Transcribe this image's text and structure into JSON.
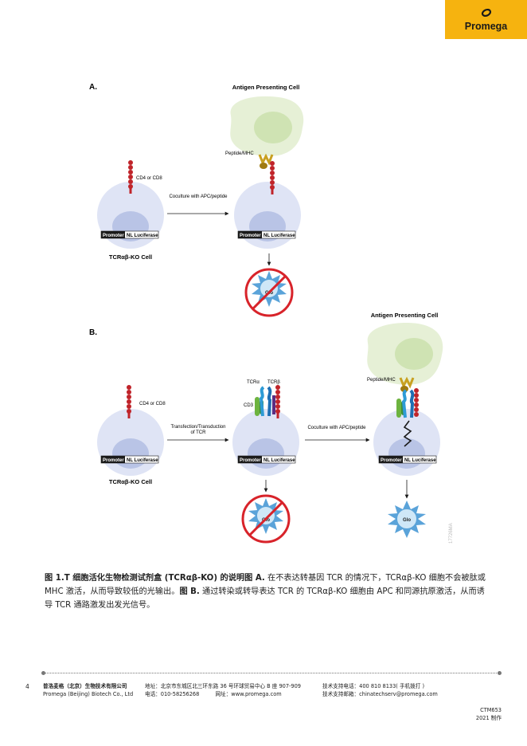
{
  "header": {
    "logo_text": "Promega",
    "logo_color": "#f6b30f"
  },
  "figure": {
    "panel_a": {
      "label": "A.",
      "apc_title": "Antigen Presenting Cell",
      "coreceptor_label": "CD4 or CD8",
      "arrow_label": "Coculture with APC/peptide",
      "peptide_label": "Peptide/MHC",
      "promoter_label": "Promoter",
      "reporter_label": "NL Luciferase",
      "cell_label": "TCRαβ-KO Cell",
      "glo_label": "Glo"
    },
    "panel_b": {
      "label": "B.",
      "apc_title": "Antigen Presenting Cell",
      "coreceptor_label": "CD4 or CD8",
      "arrow1_label_line1": "Transfection/Transduction",
      "arrow1_label_line2": "of TCR",
      "arrow2_label": "Coculture with APC/peptide",
      "tcra_label": "TCRα",
      "tcrb_label": "TCRβ",
      "cd3_label": "CD3",
      "peptide_label": "Peptide/MHC",
      "promoter_label": "Promoter",
      "reporter_label": "NL Luciferase",
      "cell_label": "TCRαβ-KO Cell",
      "glo_label": "Glo",
      "side_code": "17726MA"
    },
    "colors": {
      "apc_green": "#e6f0d6",
      "nucleus_green": "#cfe3b3",
      "cell_blue": "#dfe4f5",
      "nucleus_blue": "#b9c4e6",
      "receptor_red": "#c0242a",
      "no_sign_red": "#d8232a",
      "glo_blue": "#5aa3d9"
    }
  },
  "caption": {
    "bold1": "图 1.T 细胞活化生物检测试剂盒 (TCRαβ-KO) 的说明图 A.",
    "text1": " 在不表达转基因 TCR 的情况下，TCRαβ-KO 细胞不会被肽或 MHC 激活，从而导致较低的光输出。",
    "bold2": "图 B.",
    "text2": " 通过转染或转导表达 TCR 的 TCRαβ-KO 细胞由 APC 和同源抗原激活，从而诱导 TCR 通路激发出发光信号。"
  },
  "footer": {
    "page_number": "4",
    "company_cn": "普洛麦格（北京）生物技术有限公司",
    "company_en": "Promega (Beijing) Biotech Co., Ltd",
    "address": "地址：北京市东城区北三环东路 36 号环球贸易中心 B 座 907-909",
    "phone": "电话：010-58256268",
    "website": "网址：www.promega.com",
    "support_phone": "技术支持电话：400 810 8133( 手机拨打 )",
    "support_email": "技术支持邮箱：chinatechserv@promega.com",
    "doc_code": "CTM653",
    "year": "2021 制作"
  }
}
